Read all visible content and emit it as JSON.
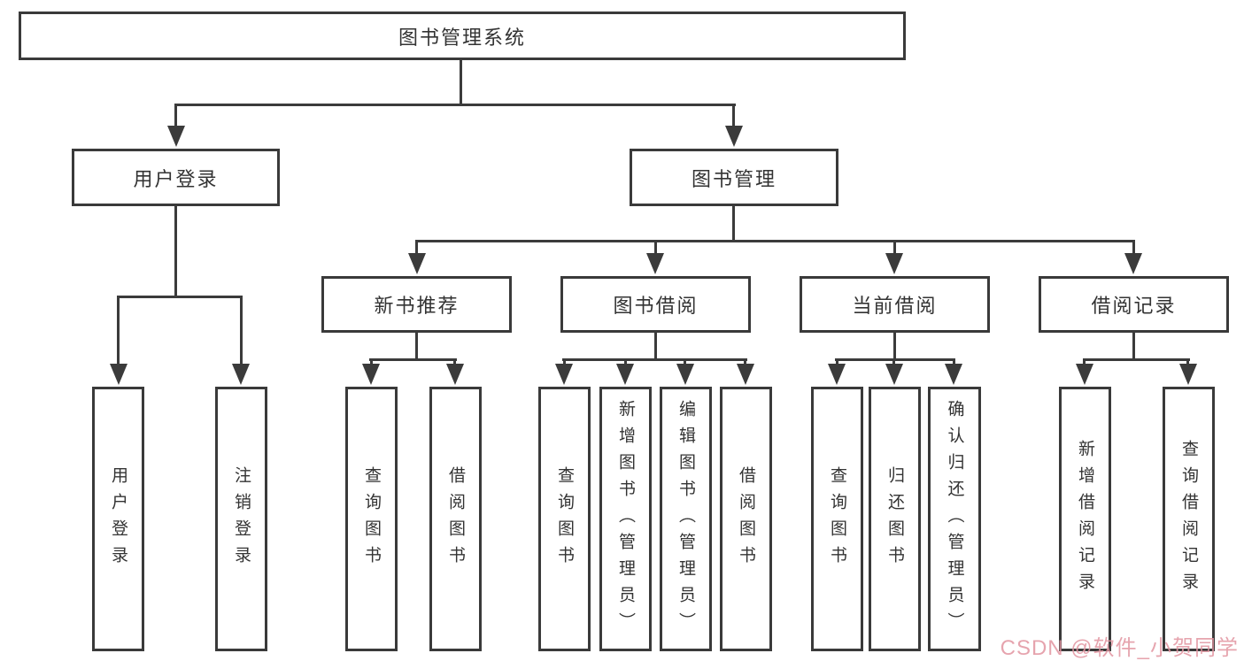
{
  "colors": {
    "line": "#3b3b3b",
    "box_border": "#3a3a3a",
    "box_bg": "#ffffff",
    "text": "#333333",
    "watermark": "#e294a0"
  },
  "tree": {
    "root": "图书管理系统",
    "children": [
      {
        "label": "用户登录",
        "leaves": [
          "用户登录",
          "注销登录"
        ]
      },
      {
        "label": "图书管理",
        "children": [
          {
            "label": "新书推荐",
            "leaves": [
              "查询图书",
              "借阅图书"
            ]
          },
          {
            "label": "图书借阅",
            "leaves": [
              "查询图书",
              "新增图书（管理员）",
              "编辑图书（管理员）",
              "借阅图书"
            ]
          },
          {
            "label": "当前借阅",
            "leaves": [
              "查询图书",
              "归还图书",
              "确认归还（管理员）"
            ]
          },
          {
            "label": "借阅记录",
            "leaves": [
              "新增借阅记录",
              "查询借阅记录"
            ]
          }
        ]
      }
    ]
  },
  "watermark": {
    "text": "CSDN @软件_小贺同学"
  }
}
